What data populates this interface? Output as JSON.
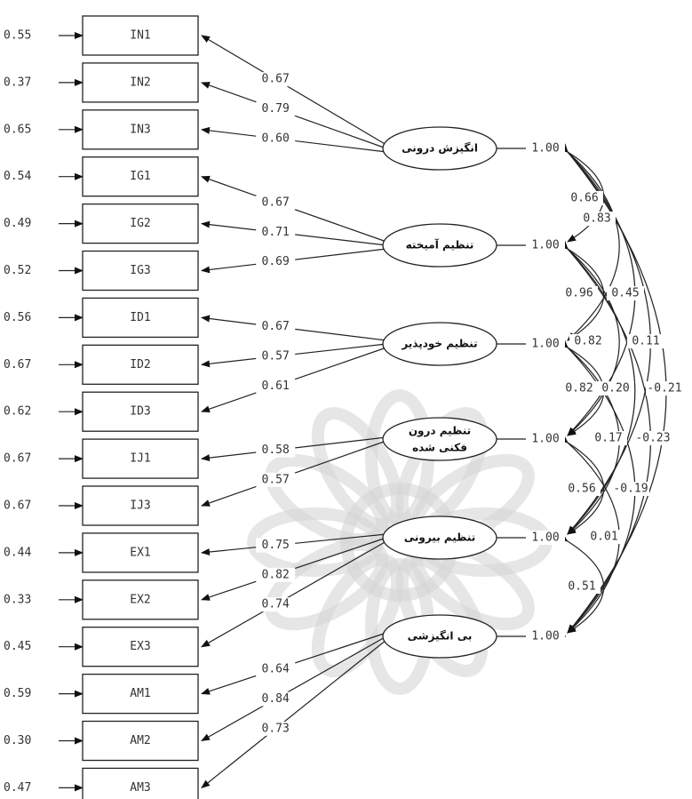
{
  "indicators": [
    {
      "name": "IN1",
      "error": "0.55"
    },
    {
      "name": "IN2",
      "error": "0.37"
    },
    {
      "name": "IN3",
      "error": "0.65"
    },
    {
      "name": "IG1",
      "error": "0.54"
    },
    {
      "name": "IG2",
      "error": "0.49"
    },
    {
      "name": "IG3",
      "error": "0.52"
    },
    {
      "name": "ID1",
      "error": "0.56"
    },
    {
      "name": "ID2",
      "error": "0.67"
    },
    {
      "name": "ID3",
      "error": "0.62"
    },
    {
      "name": "IJ1",
      "error": "0.67"
    },
    {
      "name": "IJ3",
      "error": "0.67"
    },
    {
      "name": "EX1",
      "error": "0.44"
    },
    {
      "name": "EX2",
      "error": "0.33"
    },
    {
      "name": "EX3",
      "error": "0.45"
    },
    {
      "name": "AM1",
      "error": "0.59"
    },
    {
      "name": "AM2",
      "error": "0.30"
    },
    {
      "name": "AM3",
      "error": "0.47"
    }
  ],
  "factors": [
    {
      "label1": "انگیزش درونی",
      "label2": "",
      "variance": "1.00",
      "indicators": [
        0,
        1,
        2
      ],
      "loadings": [
        "0.67",
        "0.79",
        "0.60"
      ]
    },
    {
      "label1": "تنظیم آمیخته",
      "label2": "",
      "variance": "1.00",
      "indicators": [
        3,
        4,
        5
      ],
      "loadings": [
        "0.67",
        "0.71",
        "0.69"
      ]
    },
    {
      "label1": "تنظیم خودپذیر",
      "label2": "",
      "variance": "1.00",
      "indicators": [
        6,
        7,
        8
      ],
      "loadings": [
        "0.67",
        "0.57",
        "0.61"
      ]
    },
    {
      "label1": "تنظیم درون",
      "label2": "فکنی شده",
      "variance": "1.00",
      "indicators": [
        9,
        10
      ],
      "loadings": [
        "0.58",
        "0.57"
      ]
    },
    {
      "label1": "تنظیم بیرونی",
      "label2": "",
      "variance": "1.00",
      "indicators": [
        11,
        12,
        13
      ],
      "loadings": [
        "0.75",
        "0.82",
        "0.74"
      ]
    },
    {
      "label1": "بی انگیزشی",
      "label2": "",
      "variance": "1.00",
      "indicators": [
        14,
        15,
        16
      ],
      "loadings": [
        "0.64",
        "0.84",
        "0.73"
      ]
    }
  ],
  "correlations": [
    {
      "from": 0,
      "to": 1,
      "value": "0.66"
    },
    {
      "from": 0,
      "to": 2,
      "value": "0.83"
    },
    {
      "from": 1,
      "to": 2,
      "value": "0.96"
    },
    {
      "from": 0,
      "to": 3,
      "value": "0.45"
    },
    {
      "from": 1,
      "to": 3,
      "value": "0.82"
    },
    {
      "from": 0,
      "to": 4,
      "value": "0.11"
    },
    {
      "from": 2,
      "to": 3,
      "value": "0.82"
    },
    {
      "from": 1,
      "to": 4,
      "value": "0.20"
    },
    {
      "from": 0,
      "to": 5,
      "value": "-0.21"
    },
    {
      "from": 2,
      "to": 4,
      "value": "0.17"
    },
    {
      "from": 1,
      "to": 5,
      "value": "-0.23"
    },
    {
      "from": 3,
      "to": 4,
      "value": "0.56"
    },
    {
      "from": 2,
      "to": 5,
      "value": "-0.19"
    },
    {
      "from": 3,
      "to": 5,
      "value": "0.01"
    },
    {
      "from": 4,
      "to": 5,
      "value": "0.51"
    }
  ]
}
